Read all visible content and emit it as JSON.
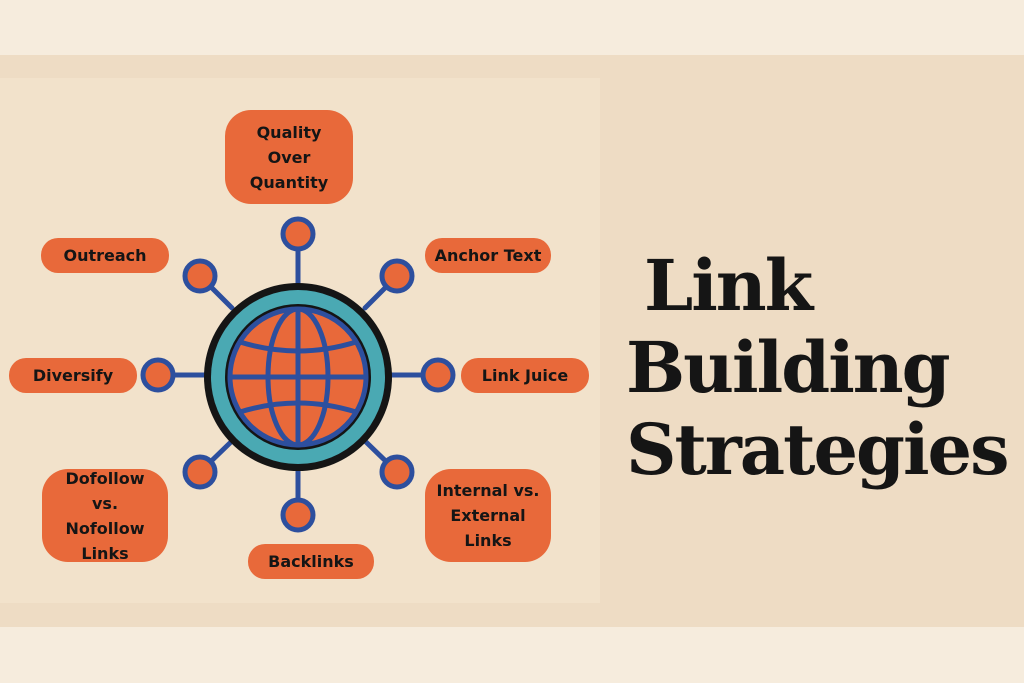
{
  "diagram": {
    "title_lines": [
      "Link",
      "Building",
      "Strategies"
    ],
    "nodes": [
      {
        "id": "quality",
        "lines": [
          "Quality Over",
          "Quantity"
        ]
      },
      {
        "id": "outreach",
        "lines": [
          "Outreach"
        ]
      },
      {
        "id": "anchor",
        "lines": [
          "Anchor Text"
        ]
      },
      {
        "id": "diversify",
        "lines": [
          "Diversify"
        ]
      },
      {
        "id": "juice",
        "lines": [
          "Link Juice"
        ]
      },
      {
        "id": "dofollow",
        "lines": [
          "Dofollow vs.",
          "Nofollow",
          "Links"
        ]
      },
      {
        "id": "internal",
        "lines": [
          "Internal vs.",
          "External",
          "Links"
        ]
      },
      {
        "id": "backlinks",
        "lines": [
          "Backlinks"
        ]
      }
    ],
    "center_icon": "globe-icon",
    "colors": {
      "background": "#f6ecdd",
      "panel": "#eedcc4",
      "accent_orange": "#e8693a",
      "ring_teal": "#4aa9b3",
      "line_blue": "#2d4f9e",
      "text_dark": "#151515"
    }
  }
}
